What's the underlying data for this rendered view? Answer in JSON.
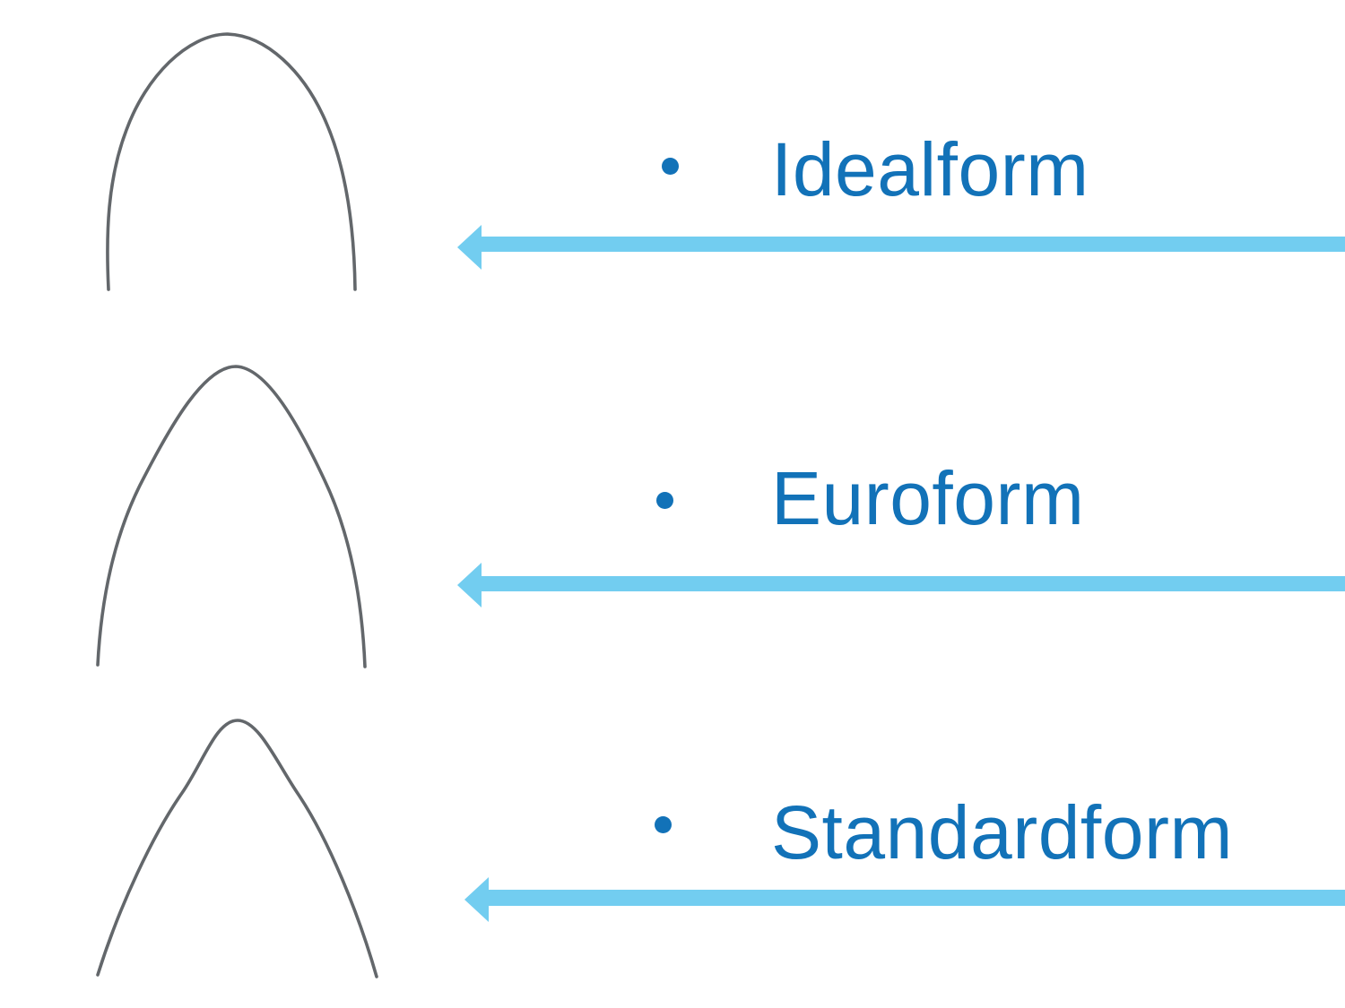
{
  "slide": {
    "colors": {
      "background": "#ffffff",
      "label": "#1272b8",
      "arrow": "#72cdf0",
      "wire": "#63676b"
    },
    "items": [
      {
        "label": "Idealform",
        "shape": "idealform-archwire",
        "bullet_icon": "bullet-dot",
        "arrow_icon": "left-arrow"
      },
      {
        "label": "Euroform",
        "shape": "euroform-archwire",
        "bullet_icon": "bullet-dot",
        "arrow_icon": "left-arrow"
      },
      {
        "label": "Standardform",
        "shape": "standardform-archwire",
        "bullet_icon": "bullet-dot",
        "arrow_icon": "left-arrow"
      }
    ]
  }
}
